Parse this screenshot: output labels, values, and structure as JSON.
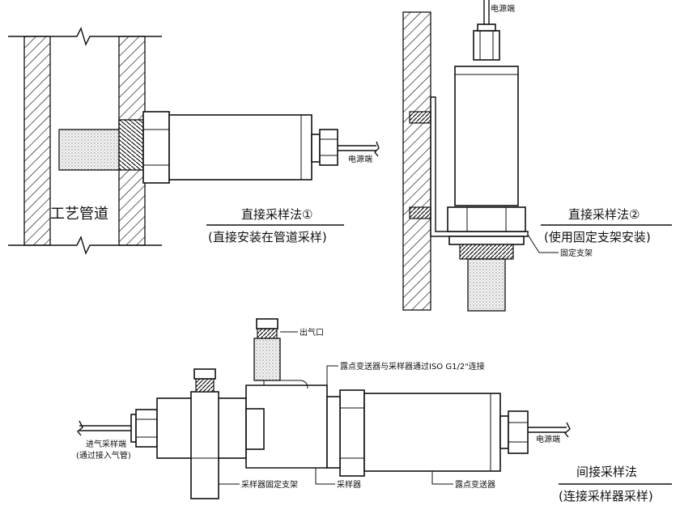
{
  "labels": {
    "pipe": "工艺管道",
    "power_top": "电源端",
    "power_mid": "电源端",
    "power_bottom": "电源端",
    "bracket": "固定支架",
    "outlet": "出气口",
    "iso_connection": "露点变送器与采样器通过ISO G1/2\"连接",
    "inlet_1": "进气采样端",
    "inlet_2": "(通过接入气管)",
    "sampler_bracket": "采样器固定支架",
    "sampler": "采样器",
    "transmitter": "露点变送器"
  },
  "methods": {
    "m1_title": "直接采样法①",
    "m1_sub": "(直接安装在管道采样)",
    "m2_title": "直接采样法②",
    "m2_sub": "(使用固定支架安装)",
    "m3_title": "间接采样法",
    "m3_sub": "(连接采样器采样)"
  }
}
